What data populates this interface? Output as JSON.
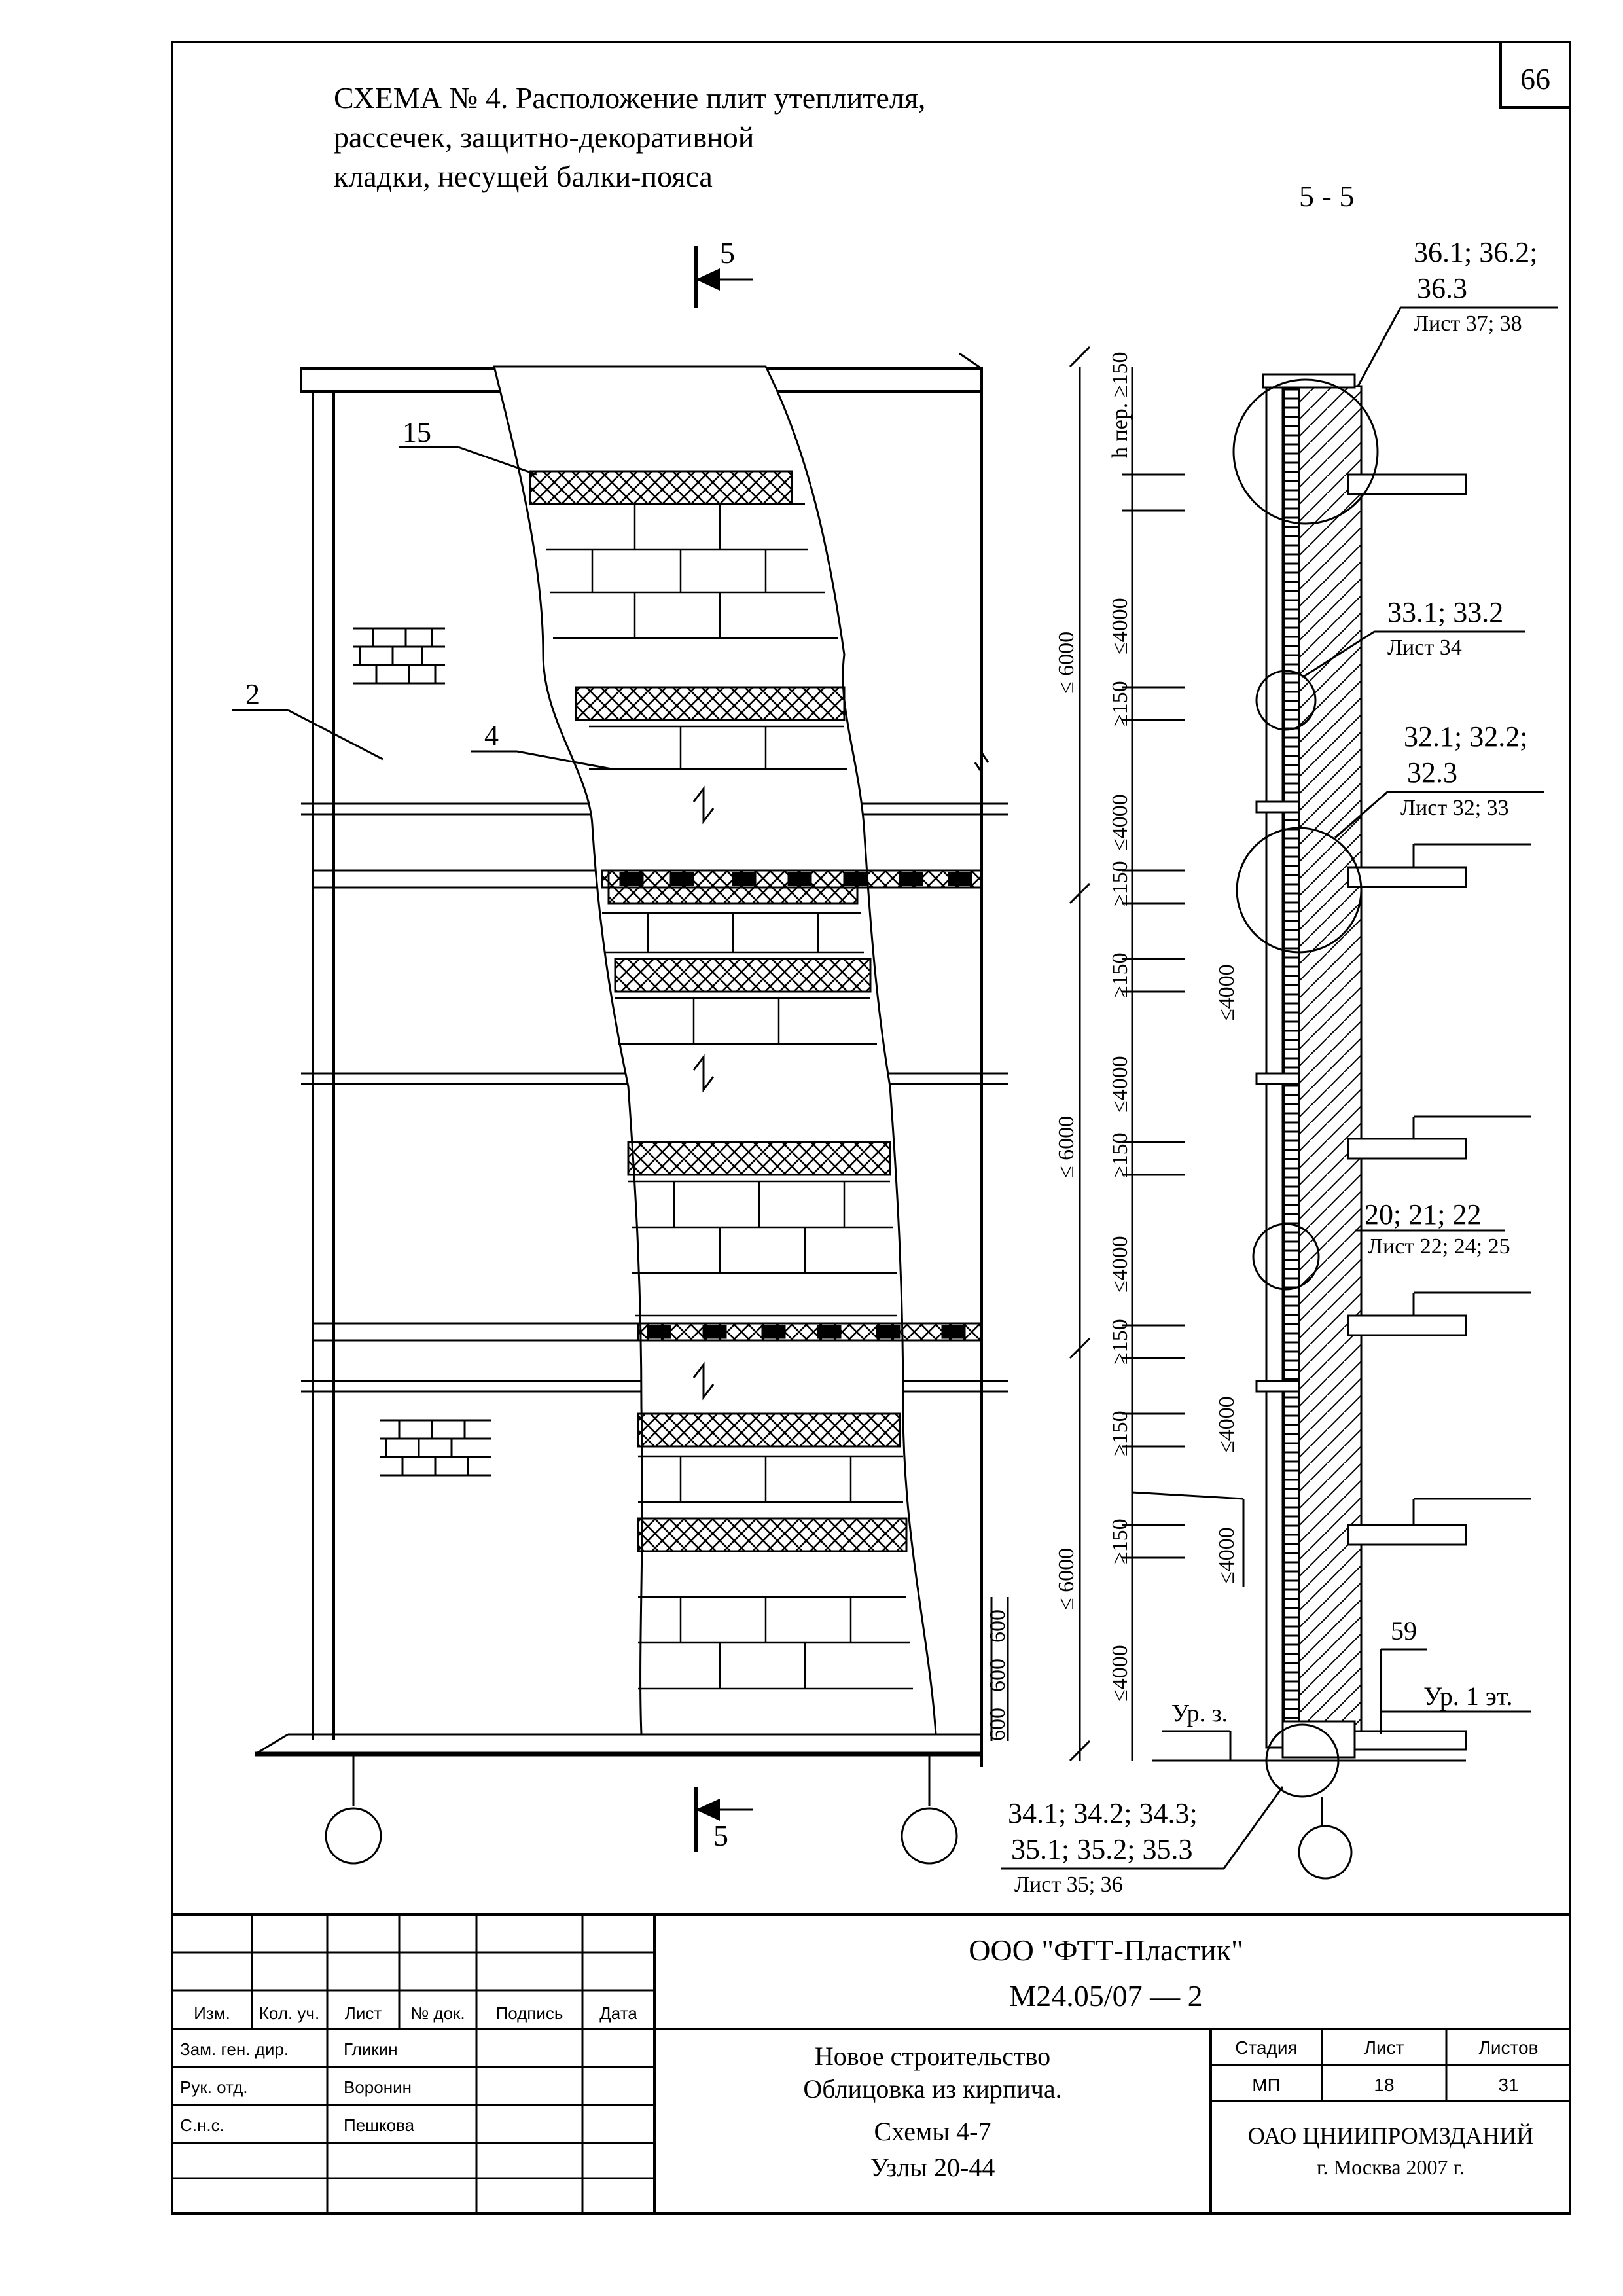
{
  "sheet_number": "66",
  "title": {
    "line1": "СХЕМА № 4. Расположение плит утеплителя,",
    "line2": "рассечек, защитно-декоративной",
    "line3": "кладки, несущей балки-пояса"
  },
  "elevation": {
    "cut_label_top": "5",
    "cut_label_bottom": "5",
    "callouts": {
      "c15": "15",
      "c2": "2",
      "c4": "4"
    },
    "dims_600": [
      "600",
      "600",
      "600"
    ]
  },
  "section": {
    "title": "5 - 5",
    "dims": {
      "h_per": "h пер. ≥150",
      "le4000": "≤4000",
      "ge150": "≥150",
      "le6000": "≤ 6000",
      "le4000_inner": "≤4000"
    },
    "node_refs": [
      {
        "codes": "36.1; 36.2;",
        "codes2": "36.3",
        "sheet": "Лист 37; 38"
      },
      {
        "codes": "33.1; 33.2",
        "sheet": "Лист 34"
      },
      {
        "codes": "32.1; 32.2;",
        "codes2": "32.3",
        "sheet": "Лист 32; 33"
      },
      {
        "codes": "20; 21; 22",
        "sheet": "Лист 22; 24; 25"
      },
      {
        "codes": "34.1; 34.2; 34.3;",
        "codes2": "35.1; 35.2; 35.3",
        "sheet": "Лист 35; 36"
      }
    ],
    "label_59": "59",
    "ground_level": "Ур. з.",
    "floor_level": "Ур. 1 эт."
  },
  "title_block": {
    "company": "ООО \"ФТТ-Пластик\"",
    "doc_code": "М24.05/07 — 2",
    "col_headers": [
      "Изм.",
      "Кол. уч.",
      "Лист",
      "№ док.",
      "Подпись",
      "Дата"
    ],
    "people": [
      {
        "role": "Зам. ген. дир.",
        "name": "Гликин"
      },
      {
        "role": "Рук. отд.",
        "name": "Воронин"
      },
      {
        "role": "С.н.с.",
        "name": "Пешкова"
      }
    ],
    "desc_line1": "Новое строительство",
    "desc_line2": "Облицовка из кирпича.",
    "desc_line3": "Схемы 4-7",
    "desc_line4": "Узлы 20-44",
    "stage_header": "Стадия",
    "sheet_header": "Лист",
    "sheets_header": "Листов",
    "stage_value": "МП",
    "sheet_value": "18",
    "sheets_value": "31",
    "org_line1": "ОАО ЦНИИПРОМЗДАНИЙ",
    "org_line2": "г. Москва 2007 г."
  }
}
